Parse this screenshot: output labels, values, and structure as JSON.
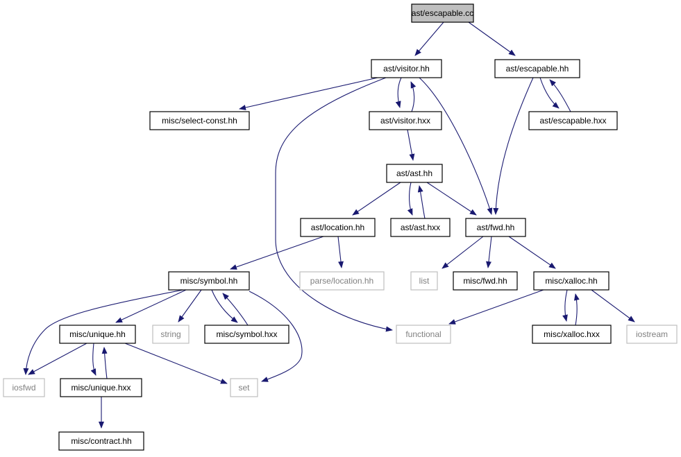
{
  "colors": {
    "edge": "#191970",
    "node_border": "#000000",
    "external_border": "#bfbfbf",
    "external_text": "#808080",
    "root_fill": "#bfbfbf",
    "node_fill": "#ffffff"
  },
  "nodes": [
    {
      "id": "ast-escapable-cc",
      "label": "ast/escapable.cc",
      "kind": "root"
    },
    {
      "id": "ast-visitor-hh",
      "label": "ast/visitor.hh",
      "kind": "file"
    },
    {
      "id": "ast-escapable-hh",
      "label": "ast/escapable.hh",
      "kind": "file"
    },
    {
      "id": "misc-select-const-hh",
      "label": "misc/select-const.hh",
      "kind": "file"
    },
    {
      "id": "ast-visitor-hxx",
      "label": "ast/visitor.hxx",
      "kind": "file"
    },
    {
      "id": "ast-escapable-hxx",
      "label": "ast/escapable.hxx",
      "kind": "file"
    },
    {
      "id": "ast-ast-hh",
      "label": "ast/ast.hh",
      "kind": "file"
    },
    {
      "id": "ast-location-hh",
      "label": "ast/location.hh",
      "kind": "file"
    },
    {
      "id": "ast-ast-hxx",
      "label": "ast/ast.hxx",
      "kind": "file"
    },
    {
      "id": "ast-fwd-hh",
      "label": "ast/fwd.hh",
      "kind": "file"
    },
    {
      "id": "misc-symbol-hh",
      "label": "misc/symbol.hh",
      "kind": "file"
    },
    {
      "id": "parse-location-hh",
      "label": "parse/location.hh",
      "kind": "external"
    },
    {
      "id": "list",
      "label": "list",
      "kind": "external"
    },
    {
      "id": "misc-fwd-hh",
      "label": "misc/fwd.hh",
      "kind": "file"
    },
    {
      "id": "misc-xalloc-hh",
      "label": "misc/xalloc.hh",
      "kind": "file"
    },
    {
      "id": "misc-unique-hh",
      "label": "misc/unique.hh",
      "kind": "file"
    },
    {
      "id": "string",
      "label": "string",
      "kind": "external"
    },
    {
      "id": "misc-symbol-hxx",
      "label": "misc/symbol.hxx",
      "kind": "file"
    },
    {
      "id": "functional",
      "label": "functional",
      "kind": "external"
    },
    {
      "id": "misc-xalloc-hxx",
      "label": "misc/xalloc.hxx",
      "kind": "file"
    },
    {
      "id": "iostream",
      "label": "iostream",
      "kind": "external"
    },
    {
      "id": "iosfwd",
      "label": "iosfwd",
      "kind": "external"
    },
    {
      "id": "misc-unique-hxx",
      "label": "misc/unique.hxx",
      "kind": "file"
    },
    {
      "id": "set",
      "label": "set",
      "kind": "external"
    },
    {
      "id": "misc-contract-hh",
      "label": "misc/contract.hh",
      "kind": "file"
    }
  ],
  "edges": [
    {
      "from": "ast-escapable-cc",
      "to": "ast-visitor-hh"
    },
    {
      "from": "ast-escapable-cc",
      "to": "ast-escapable-hh"
    },
    {
      "from": "ast-visitor-hh",
      "to": "misc-select-const-hh"
    },
    {
      "from": "ast-visitor-hh",
      "to": "ast-visitor-hxx"
    },
    {
      "from": "ast-visitor-hh",
      "to": "ast-fwd-hh"
    },
    {
      "from": "ast-visitor-hh",
      "to": "functional"
    },
    {
      "from": "ast-visitor-hxx",
      "to": "ast-visitor-hh"
    },
    {
      "from": "ast-visitor-hxx",
      "to": "ast-ast-hh"
    },
    {
      "from": "ast-escapable-hh",
      "to": "ast-escapable-hxx"
    },
    {
      "from": "ast-escapable-hh",
      "to": "ast-fwd-hh"
    },
    {
      "from": "ast-escapable-hxx",
      "to": "ast-escapable-hh"
    },
    {
      "from": "ast-ast-hh",
      "to": "ast-location-hh"
    },
    {
      "from": "ast-ast-hh",
      "to": "ast-ast-hxx"
    },
    {
      "from": "ast-ast-hh",
      "to": "ast-fwd-hh"
    },
    {
      "from": "ast-ast-hxx",
      "to": "ast-ast-hh"
    },
    {
      "from": "ast-location-hh",
      "to": "misc-symbol-hh"
    },
    {
      "from": "ast-location-hh",
      "to": "parse-location-hh"
    },
    {
      "from": "ast-fwd-hh",
      "to": "list"
    },
    {
      "from": "ast-fwd-hh",
      "to": "misc-fwd-hh"
    },
    {
      "from": "ast-fwd-hh",
      "to": "misc-xalloc-hh"
    },
    {
      "from": "misc-symbol-hh",
      "to": "iosfwd"
    },
    {
      "from": "misc-symbol-hh",
      "to": "misc-unique-hh"
    },
    {
      "from": "misc-symbol-hh",
      "to": "string"
    },
    {
      "from": "misc-symbol-hh",
      "to": "misc-symbol-hxx"
    },
    {
      "from": "misc-symbol-hh",
      "to": "set"
    },
    {
      "from": "misc-symbol-hxx",
      "to": "misc-symbol-hh"
    },
    {
      "from": "misc-xalloc-hh",
      "to": "functional"
    },
    {
      "from": "misc-xalloc-hh",
      "to": "misc-xalloc-hxx"
    },
    {
      "from": "misc-xalloc-hh",
      "to": "iostream"
    },
    {
      "from": "misc-xalloc-hxx",
      "to": "misc-xalloc-hh"
    },
    {
      "from": "misc-unique-hh",
      "to": "iosfwd"
    },
    {
      "from": "misc-unique-hh",
      "to": "misc-unique-hxx"
    },
    {
      "from": "misc-unique-hh",
      "to": "set"
    },
    {
      "from": "misc-unique-hxx",
      "to": "misc-unique-hh"
    },
    {
      "from": "misc-unique-hxx",
      "to": "misc-contract-hh"
    }
  ]
}
